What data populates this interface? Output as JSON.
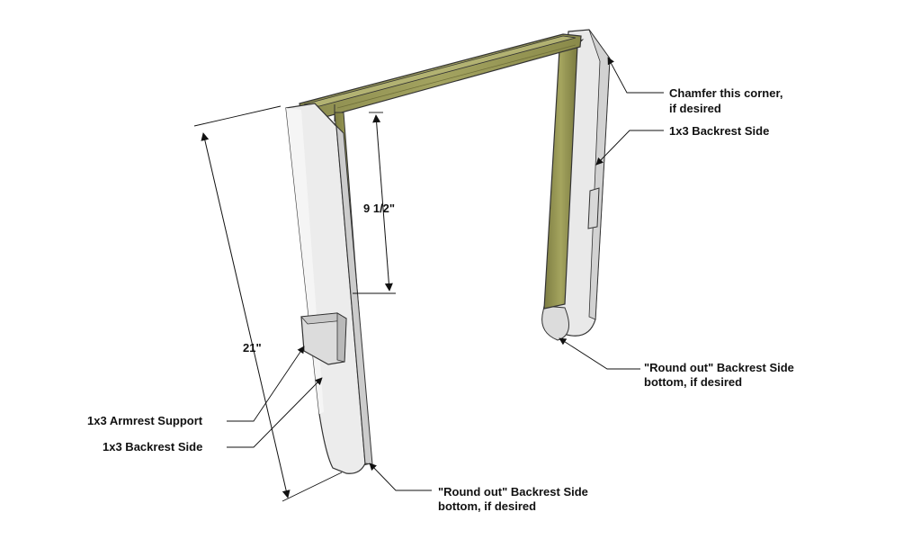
{
  "diagram": {
    "dimensions": {
      "overall_height": "21\"",
      "inner_height": "9 1/2\""
    },
    "callouts": {
      "chamfer_line1": "Chamfer this corner,",
      "chamfer_line2": "if desired",
      "backrest_side_right": "1x3 Backrest Side",
      "round_right_line1": "\"Round out\" Backrest Side",
      "round_right_line2": "bottom, if desired",
      "armrest_support": "1x3 Armrest Support",
      "backrest_side_left": "1x3 Backrest Side",
      "round_left_line1": "\"Round out\" Backrest Side",
      "round_left_line2": "bottom, if desired"
    },
    "colors": {
      "wood_light": "#9a9a55",
      "wood_dark": "#6e6e3a",
      "board_face": "#ebebeb",
      "board_side": "#cfcfcf",
      "outline": "#333333"
    }
  }
}
